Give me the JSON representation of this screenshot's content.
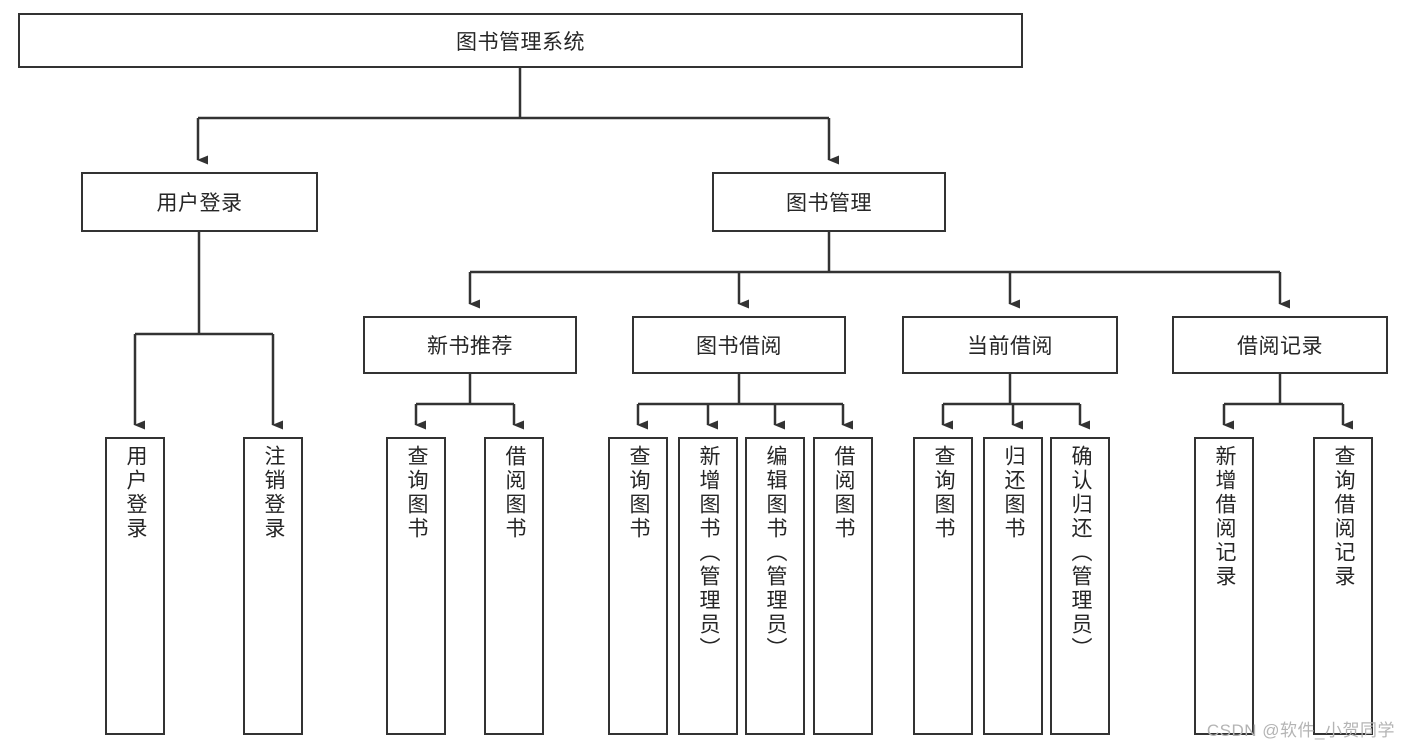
{
  "diagram": {
    "type": "tree-hierarchy",
    "title": "图书管理系统",
    "root": {
      "id": "root",
      "label": "图书管理系统"
    },
    "level2": [
      {
        "id": "user-login",
        "label": "用户登录"
      },
      {
        "id": "book-management",
        "label": "图书管理"
      }
    ],
    "level3": [
      {
        "id": "new-book-recommend",
        "label": "新书推荐",
        "parent": "book-management"
      },
      {
        "id": "book-borrow",
        "label": "图书借阅",
        "parent": "book-management"
      },
      {
        "id": "current-borrow",
        "label": "当前借阅",
        "parent": "book-management"
      },
      {
        "id": "borrow-record",
        "label": "借阅记录",
        "parent": "book-management"
      }
    ],
    "leaves": [
      {
        "id": "leaf-user-login",
        "label": "用户登录",
        "parent": "user-login"
      },
      {
        "id": "leaf-logout",
        "label": "注销登录",
        "parent": "user-login"
      },
      {
        "id": "leaf-query-book-1",
        "label": "查询图书",
        "parent": "new-book-recommend"
      },
      {
        "id": "leaf-borrow-book-1",
        "label": "借阅图书",
        "parent": "new-book-recommend"
      },
      {
        "id": "leaf-query-book-2",
        "label": "查询图书",
        "parent": "book-borrow"
      },
      {
        "id": "leaf-add-book",
        "label": "新增图书（管理员）",
        "parent": "book-borrow"
      },
      {
        "id": "leaf-edit-book",
        "label": "编辑图书（管理员）",
        "parent": "book-borrow"
      },
      {
        "id": "leaf-borrow-book-2",
        "label": "借阅图书",
        "parent": "book-borrow"
      },
      {
        "id": "leaf-query-book-3",
        "label": "查询图书",
        "parent": "current-borrow"
      },
      {
        "id": "leaf-return-book",
        "label": "归还图书",
        "parent": "current-borrow"
      },
      {
        "id": "leaf-confirm-return",
        "label": "确认归还（管理员）",
        "parent": "current-borrow"
      },
      {
        "id": "leaf-add-record",
        "label": "新增借阅记录",
        "parent": "borrow-record"
      },
      {
        "id": "leaf-query-record",
        "label": "查询借阅记录",
        "parent": "borrow-record"
      }
    ],
    "colors": {
      "border": "#333333",
      "background": "#ffffff",
      "text": "#262626",
      "watermark": "#b4b4b4"
    }
  },
  "watermark": {
    "text": "CSDN @软件_小贺同学"
  }
}
